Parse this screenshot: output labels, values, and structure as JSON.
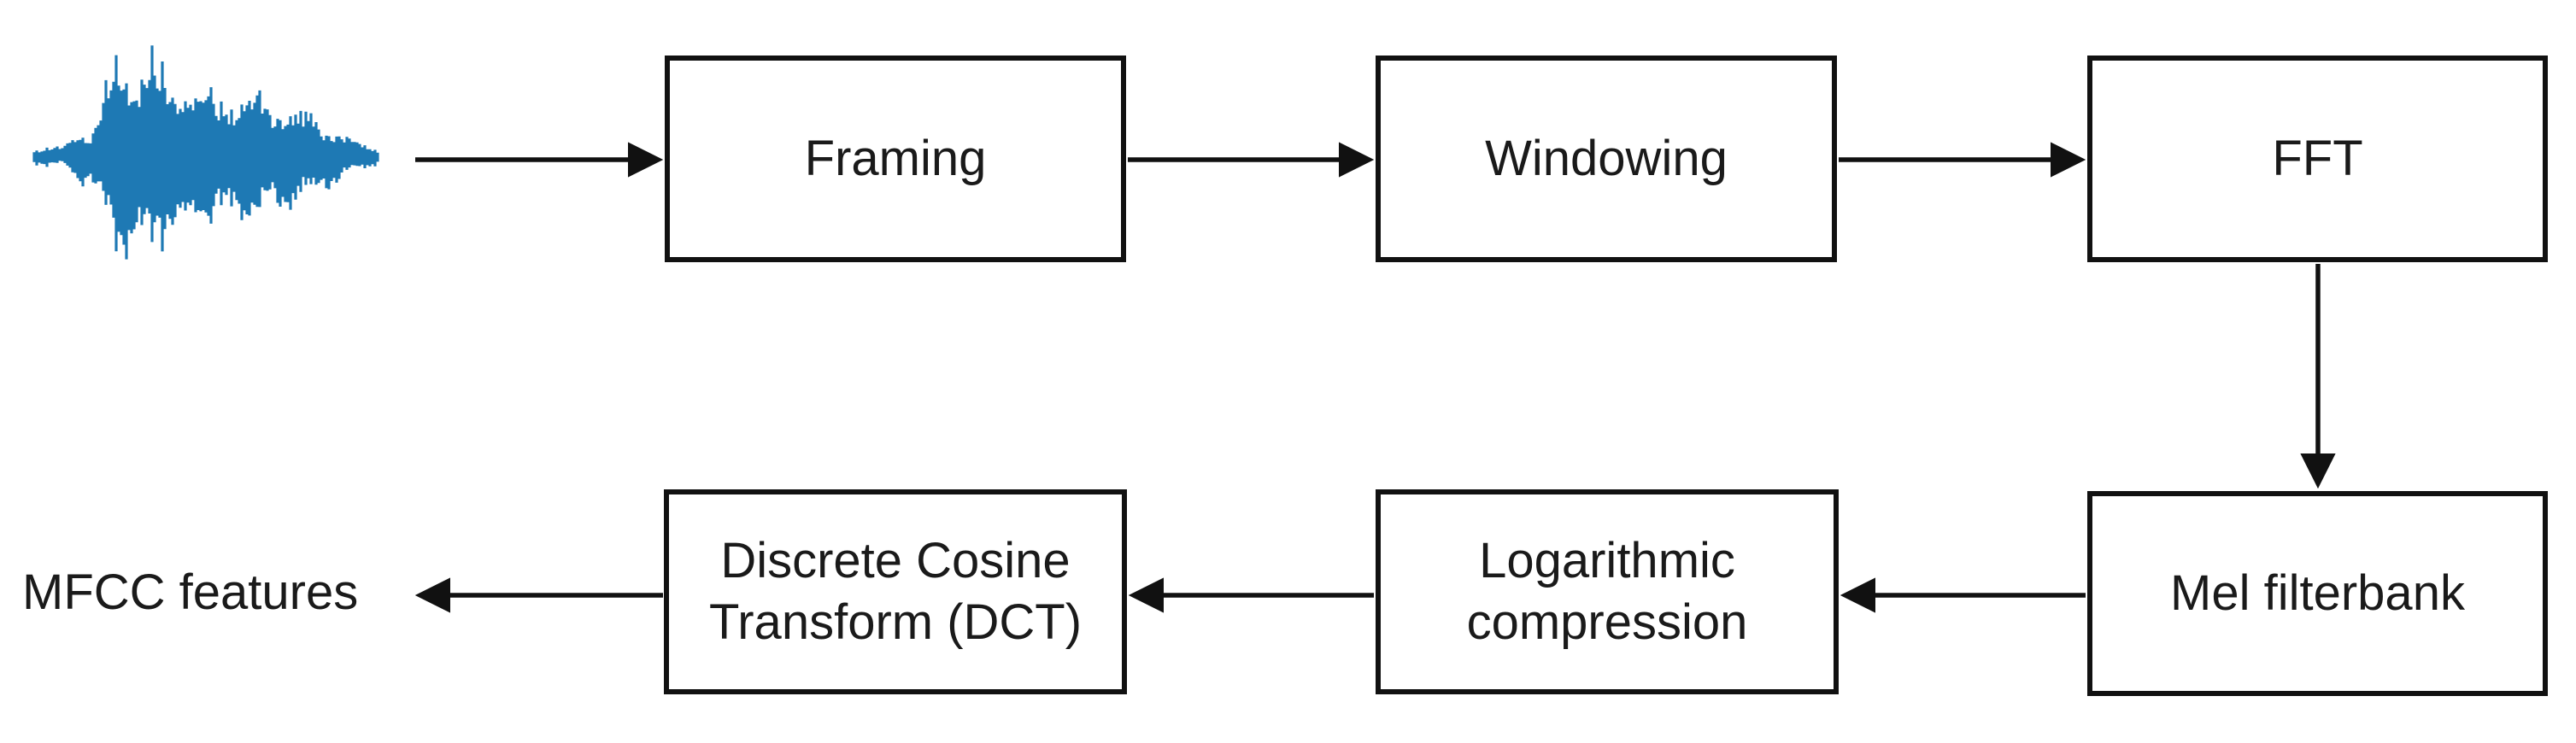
{
  "nodes": [
    {
      "id": "framing",
      "label": "Framing"
    },
    {
      "id": "windowing",
      "label": "Windowing"
    },
    {
      "id": "fft",
      "label": "FFT"
    },
    {
      "id": "mel-filterbank",
      "label": "Mel filterbank"
    },
    {
      "id": "logarithmic-compression",
      "label": "Logarithmic compression"
    },
    {
      "id": "dct",
      "label": "Discrete Cosine Transform (DCT)"
    }
  ],
  "output_label": "MFCC features",
  "connections": [
    "waveform -> framing",
    "framing -> windowing",
    "windowing -> fft",
    "fft -> mel-filterbank",
    "mel-filterbank -> logarithmic-compression",
    "logarithmic-compression -> dct",
    "dct -> mfcc-features"
  ],
  "colors": {
    "waveform": "#1e79b4",
    "line": "#111111"
  }
}
